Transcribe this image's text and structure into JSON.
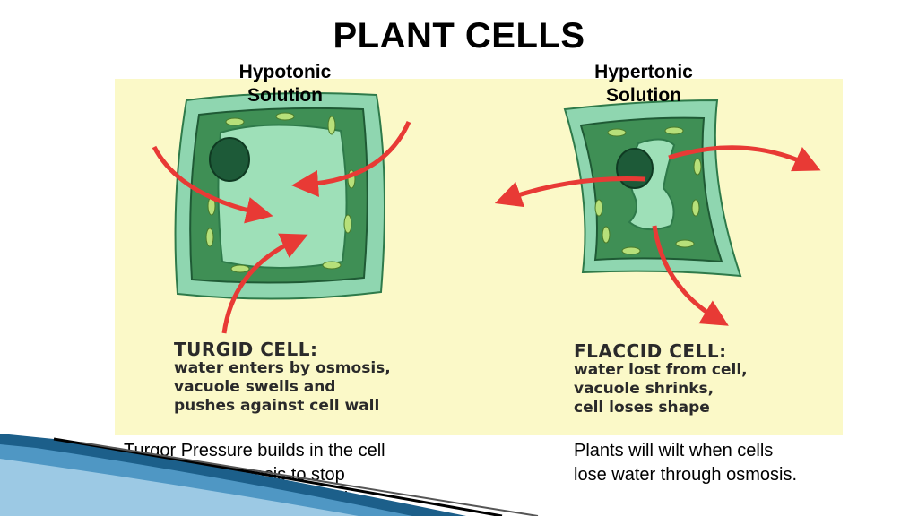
{
  "title": "PLANT CELLS",
  "left": {
    "solution_line1": "Hypotonic",
    "solution_line2": "Solution",
    "caption_heading": "TURGID CELL:",
    "caption_line1": "water enters by osmosis,",
    "caption_line2": "vacuole swells and",
    "caption_line3": "pushes against cell wall",
    "note_line1": "Turgor Pressure builds in the cell",
    "note_line2": "and causes osmosis to stop",
    "note_line3": "because of the rigid cell wall."
  },
  "right": {
    "solution_line1": "Hypertonic",
    "solution_line2": "Solution",
    "caption_heading": "FLACCID CELL:",
    "caption_line1": "water lost from cell,",
    "caption_line2": "vacuole shrinks,",
    "caption_line3": "cell loses shape",
    "note_line1": "Plants will wilt when cells",
    "note_line2": "lose water through osmosis."
  },
  "colors": {
    "panel": "#fbf9c8",
    "cell_wall": "#8fd6b0",
    "cytoplasm": "#3f8f55",
    "vacuole": "#9ee0b8",
    "nucleus": "#1d5a38",
    "chloroplast": "#b7e07a",
    "arrow": "#e83a35",
    "swoosh_blue": "#1c5f8a"
  },
  "icons": [
    "turgid-cell-icon",
    "flaccid-cell-icon",
    "water-arrow-icon",
    "corner-swoosh"
  ]
}
